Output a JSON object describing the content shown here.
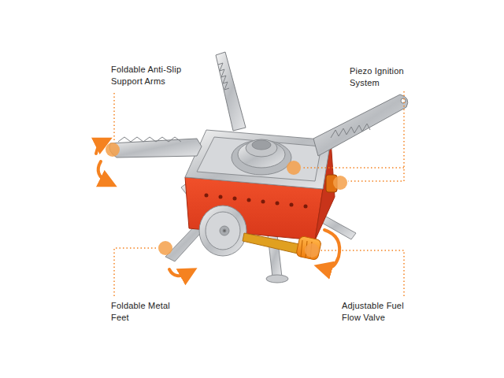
{
  "diagram": {
    "labels": [
      "Foldable Anti-Slip Support Arms",
      "Piezo Ignition System",
      "Foldable Metal Feet",
      "Adjustable Fuel Flow Valve"
    ]
  }
}
